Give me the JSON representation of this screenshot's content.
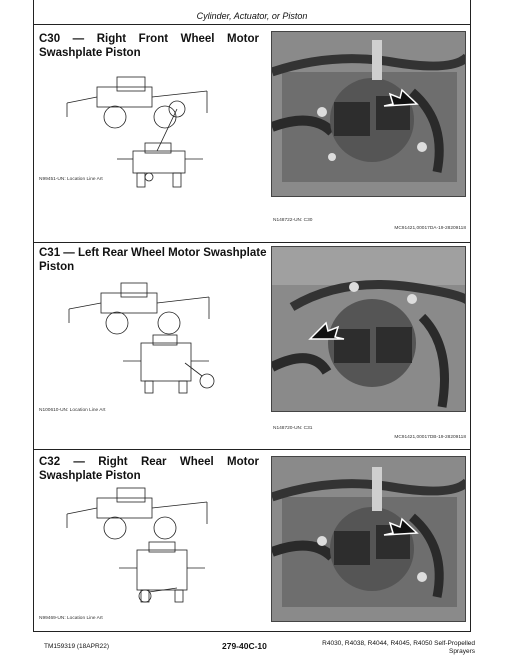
{
  "header": {
    "title": "Cylinder, Actuator, or Piston"
  },
  "sections": [
    {
      "title": "C30 — Right Front Wheel Motor Swashplate Piston",
      "art_caption": "N99451-UN: Location Line Art",
      "photo_caption": "N148722-UN: C30",
      "doc_id": "MC91421,00017DA-19-28209118"
    },
    {
      "title": "C31 — Left Rear Wheel Motor Swashplate Piston",
      "art_caption": "N100610-UN: Location Line Art",
      "photo_caption": "N148720-UN: C31",
      "doc_id": "MC91421,00017DB-19-28209118"
    },
    {
      "title": "C32 — Right Rear Wheel Motor Swashplate Piston",
      "art_caption": "N99469-UN: Location Line Art",
      "photo_caption": "",
      "doc_id": ""
    }
  ],
  "footer": {
    "doc": "TM159319 (18APR22)",
    "page": "279-40C-10",
    "models": "R4030, R4038, R4044, R4045, R4050 Self-Propelled",
    "product": "Sprayers"
  }
}
